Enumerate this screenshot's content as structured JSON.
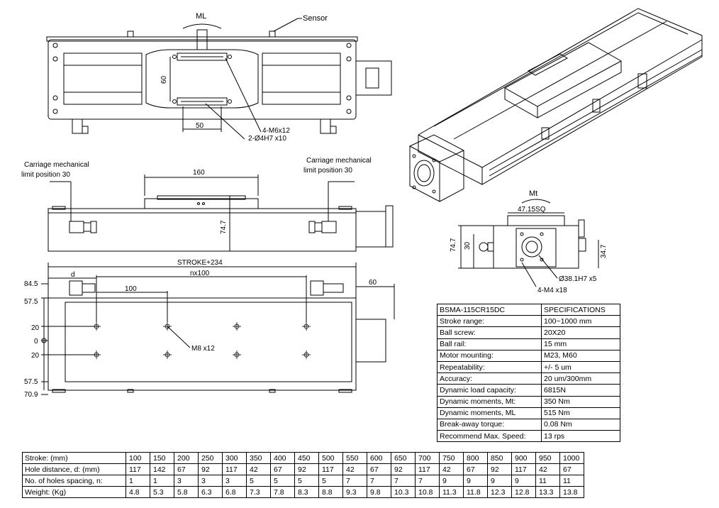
{
  "labels": {
    "ml": "ML",
    "sensor": "Sensor",
    "dim_60_vertical": "60",
    "dim_50": "50",
    "dim_m6": "4-M6x12",
    "dim_pin": "2-Ø4H7 x10",
    "carriage_left_1": "Carriage mechanical",
    "carriage_left_2": "limit position 30",
    "carriage_right_1": "Carriage mechanical",
    "carriage_right_2": "limit position 30",
    "dim_160": "160",
    "dim_74_7_side": "74.7",
    "stroke": "STROKE+234",
    "d": "d",
    "nx100": "nx100",
    "dim_100": "100",
    "dim_60_right": "60",
    "y84_5": "84.5",
    "y57_5_top": "57.5",
    "y20_top": "20",
    "y0": "0",
    "y20_bottom": "20",
    "y57_5_bottom": "57.5",
    "y70_9": "70.9",
    "m8": "M8 x12",
    "mt": "Mt",
    "dim_47_15": "47.15SQ",
    "dim_74_7_end": "74.7",
    "dim_30": "30",
    "dim_34_7": "34.7",
    "dim_38_1": "Ø38.1H7 x5",
    "dim_m4": "4-M4 x18"
  },
  "specs": {
    "header": {
      "model": "BSMA-115CR15DC",
      "title": "SPECIFICATIONS"
    },
    "rows": [
      {
        "k": "Stroke range:",
        "v": "100~1000 mm"
      },
      {
        "k": "Ball screw:",
        "v": "20X20"
      },
      {
        "k": "Ball rail:",
        "v": "15 mm"
      },
      {
        "k": "Motor mounting:",
        "v": "M23, M60"
      },
      {
        "k": "Repeatability:",
        "v": "+/- 5 um"
      },
      {
        "k": "Accuracy:",
        "v": "20 um/300mm"
      },
      {
        "k": "Dynamic load capacity:",
        "v": "6815N"
      },
      {
        "k": "Dynamic moments, Mt:",
        "v": "350 Nm"
      },
      {
        "k": "Dynamic moments, ML",
        "v": "515 Nm"
      },
      {
        "k": "Break-away torque:",
        "v": "0.08 Nm"
      },
      {
        "k": "Recommend Max. Speed:",
        "v": "13 rps"
      }
    ]
  },
  "table": {
    "rows": [
      {
        "label": "Stroke: (mm)",
        "cells": [
          "100",
          "150",
          "200",
          "250",
          "300",
          "350",
          "400",
          "450",
          "500",
          "550",
          "600",
          "650",
          "700",
          "750",
          "800",
          "850",
          "900",
          "950",
          "1000"
        ]
      },
      {
        "label": "Hole distance, d: (mm)",
        "cells": [
          "117",
          "142",
          "67",
          "92",
          "117",
          "42",
          "67",
          "92",
          "117",
          "42",
          "67",
          "92",
          "117",
          "42",
          "67",
          "92",
          "117",
          "42",
          "67"
        ]
      },
      {
        "label": "No. of holes spacing, n:",
        "cells": [
          "1",
          "1",
          "3",
          "3",
          "3",
          "5",
          "5",
          "5",
          "5",
          "7",
          "7",
          "7",
          "7",
          "9",
          "9",
          "9",
          "9",
          "11",
          "11"
        ]
      },
      {
        "label": "Weight: (Kg)",
        "cells": [
          "4.8",
          "5.3",
          "5.8",
          "6.3",
          "6.8",
          "7.3",
          "7.8",
          "8.3",
          "8.8",
          "9.3",
          "9.8",
          "10.3",
          "10.8",
          "11.3",
          "11.8",
          "12.3",
          "12.8",
          "13.3",
          "13.8"
        ]
      }
    ]
  }
}
